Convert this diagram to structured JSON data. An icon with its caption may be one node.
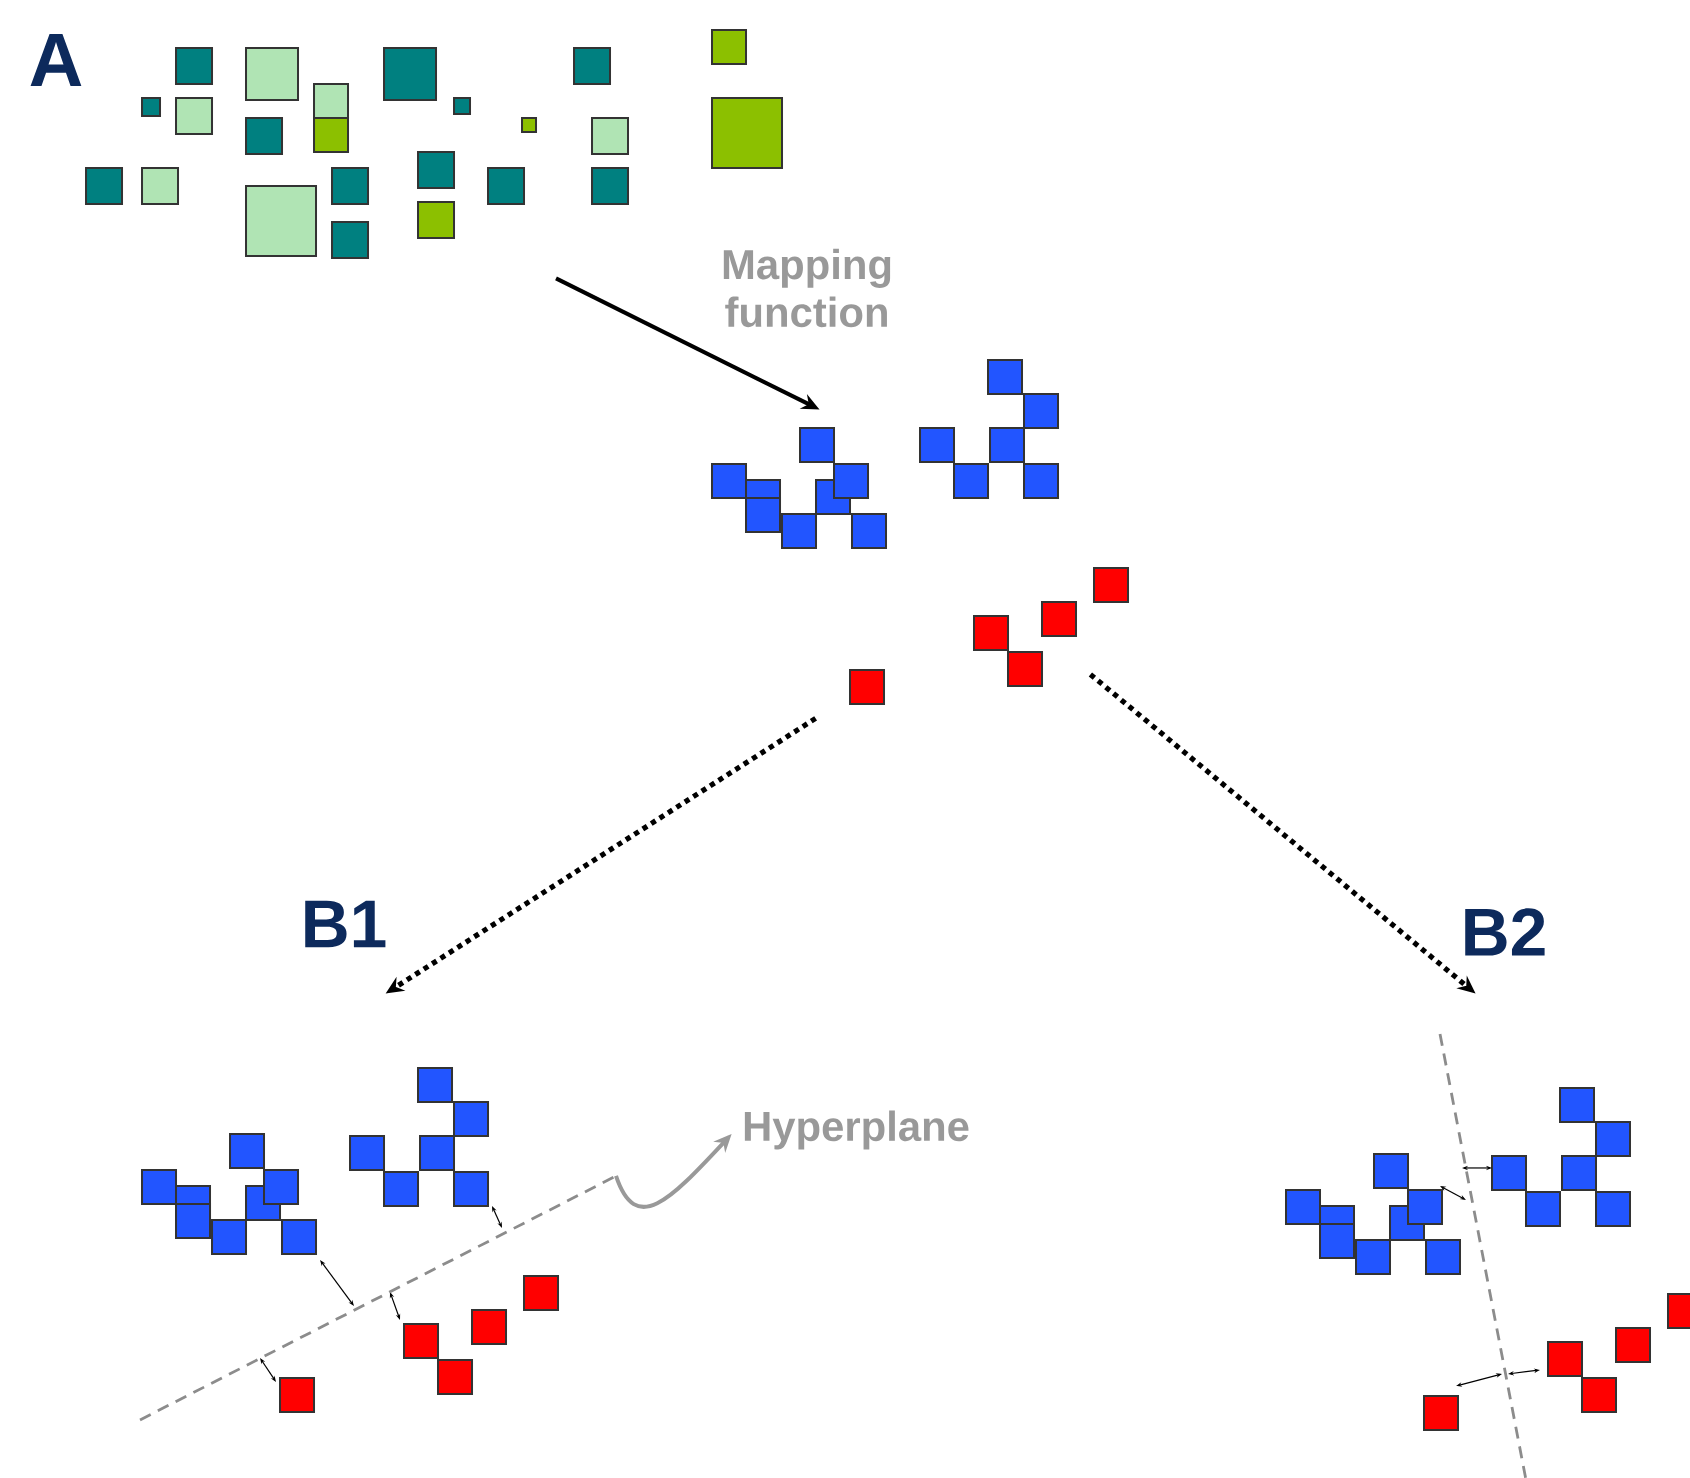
{
  "diagram": {
    "nodes": [
      {
        "text": [],
        "shape": "squares"
      },
      {
        "text": [],
        "shape": "squares"
      },
      {
        "text": [],
        "shape": "squares"
      },
      {
        "text": [],
        "shape": "squares"
      },
      {
        "text": [
          "Hyperplane"
        ]
      },
      {
        "text": [],
        "shape": "line"
      }
    ],
    "edges": [
      {
        "from": 0,
        "to": 1,
        "arrow": "to",
        "label": "Mapping function"
      },
      {
        "from": 1,
        "to": 2,
        "arrow": "to",
        "style": "dashed"
      },
      {
        "from": 1,
        "to": 3,
        "arrow": "to",
        "style": "dashed"
      },
      {
        "from": 5,
        "to": 4,
        "arrow": "to",
        "color": "#999999"
      }
    ],
    "labels": [
      "A",
      "B1",
      "B2"
    ]
  }
}
